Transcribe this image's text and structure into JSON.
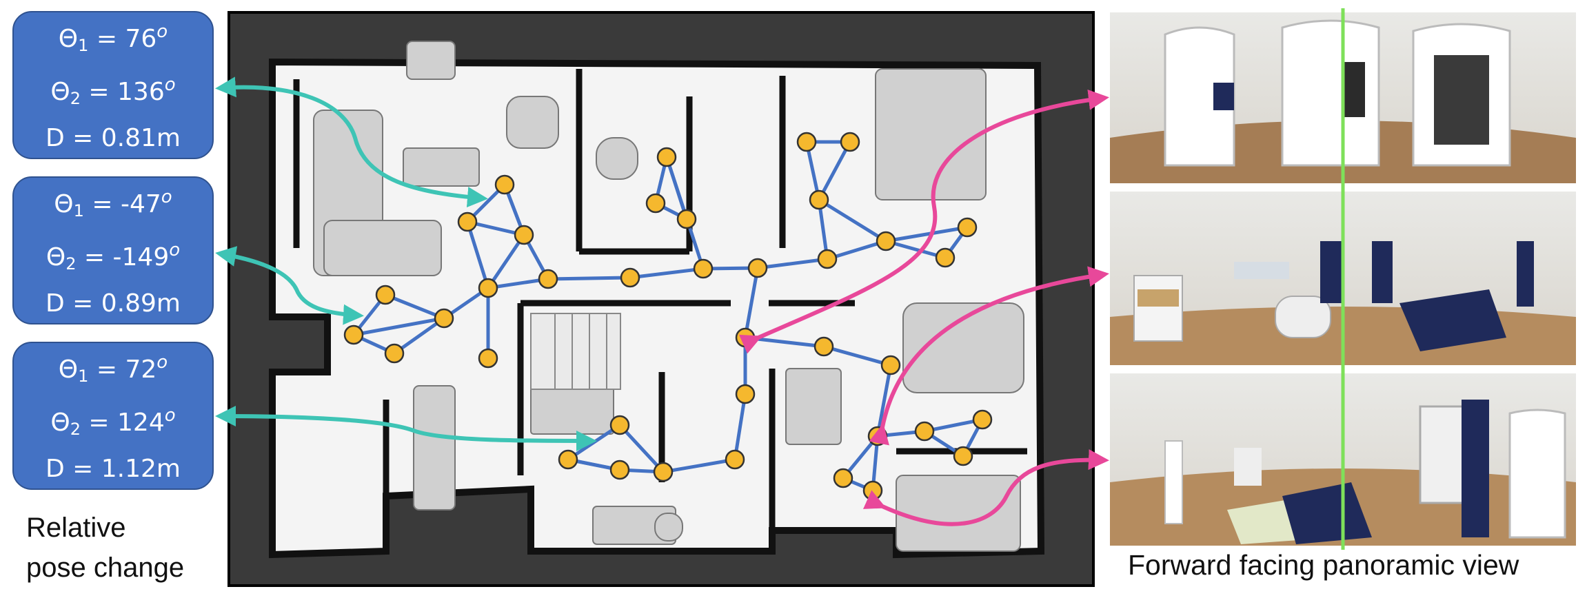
{
  "pose_boxes": [
    {
      "theta1_label": "Θ",
      "theta1_sub": "1",
      "theta1_value": " = 76",
      "theta2_label": "Θ",
      "theta2_sub": "2",
      "theta2_value": " = 136",
      "degree": "o",
      "distance": "D = 0.81m"
    },
    {
      "theta1_label": "Θ",
      "theta1_sub": "1",
      "theta1_value": " = -47",
      "theta2_label": "Θ",
      "theta2_sub": "2",
      "theta2_value": " = -149",
      "degree": "o",
      "distance": "D = 0.89m"
    },
    {
      "theta1_label": "Θ",
      "theta1_sub": "1",
      "theta1_value": " = 72",
      "theta2_label": "Θ",
      "theta2_sub": "2",
      "theta2_value": " = 124",
      "degree": "o",
      "distance": "D = 1.12m"
    }
  ],
  "captions": {
    "left_line1": "Relative",
    "left_line2": "pose change",
    "right": "Forward facing panoramic view"
  },
  "colors": {
    "pose_box_fill": "#4472c4",
    "graph_edge": "#4472c4",
    "graph_node": "#f5b82e",
    "teal_arrow": "#3ec4b5",
    "pink_arrow": "#e8489a",
    "view_line": "#7ee05a",
    "map_background": "#3a3a3a"
  }
}
